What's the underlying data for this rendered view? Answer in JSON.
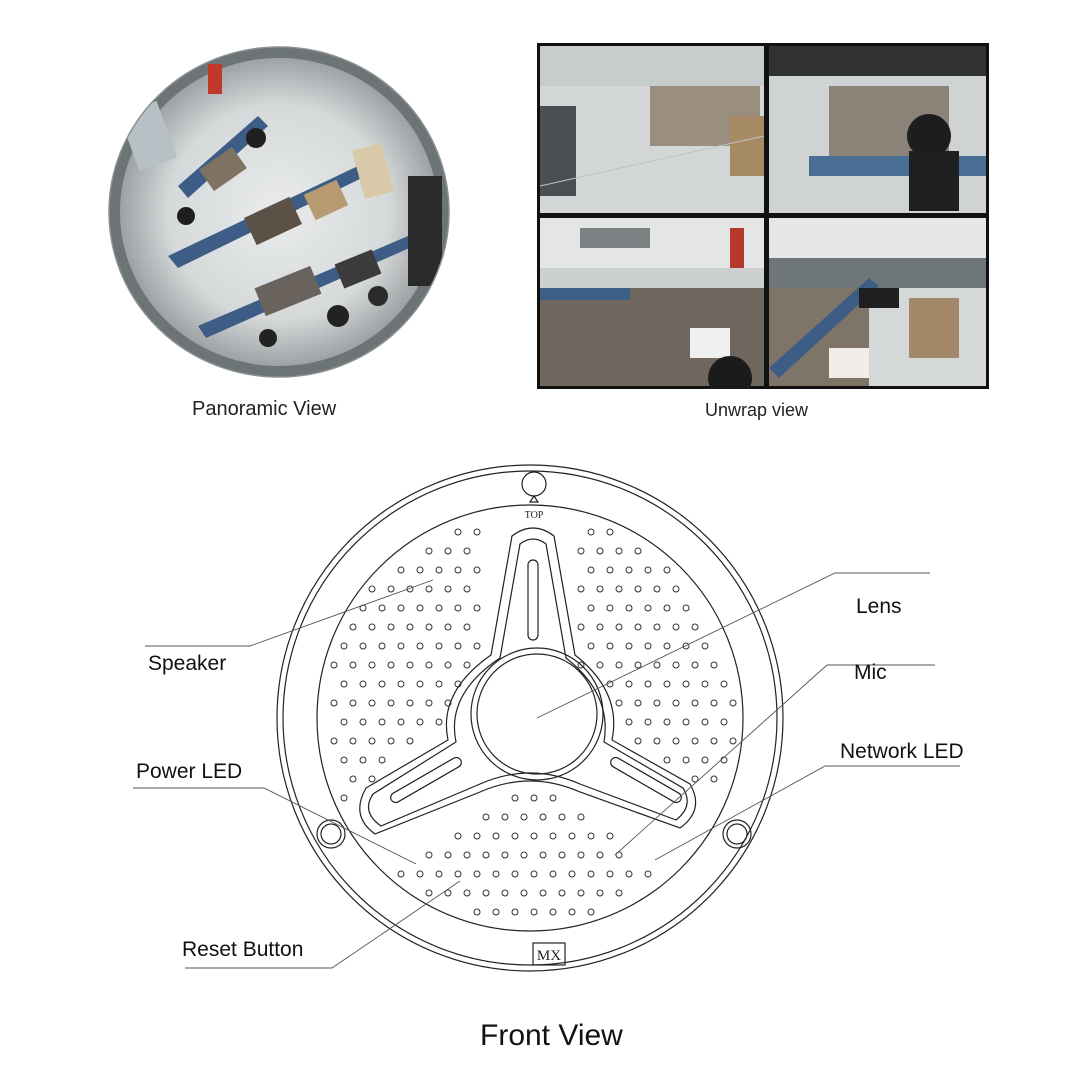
{
  "top": {
    "panoramic_caption": "Panoramic View",
    "unwrap_caption": "Unwrap view"
  },
  "diagram": {
    "title": "Front View",
    "top_mark": "TOP",
    "brand_mark": "MX",
    "labels": {
      "lens": "Lens",
      "mic": "Mic",
      "speaker": "Speaker",
      "power_led": "Power LED",
      "network_led": "Network LED",
      "reset_button": "Reset Button"
    }
  }
}
